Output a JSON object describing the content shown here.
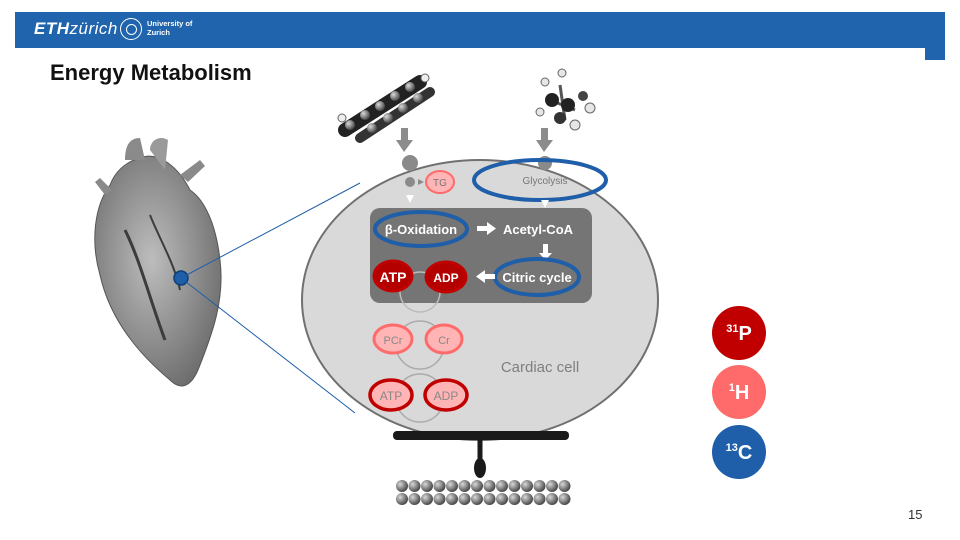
{
  "header": {
    "logo_eth": "ETH",
    "logo_zurich": "zürich",
    "logo_uzh_line1": "University of",
    "logo_uzh_line2": "Zurich"
  },
  "title": "Energy Metabolism",
  "diagram": {
    "tg": "TG",
    "glycolysis": "Glycolysis",
    "beta_oxidation": "β-Oxidation",
    "acetyl_coa": "Acetyl-CoA",
    "atp_mito": "ATP",
    "adp_mito": "ADP",
    "citric_cycle": "Citric cycle",
    "pcr": "PCr",
    "cr": "Cr",
    "cell_label": "Cardiac cell",
    "atp_cyto": "ATP",
    "adp_cyto": "ADP"
  },
  "nuclei": [
    {
      "mass": "31",
      "symbol": "P",
      "color": "#c00000"
    },
    {
      "mass": "1",
      "symbol": "H",
      "color": "#ff6b6b"
    },
    {
      "mass": "13",
      "symbol": "C",
      "color": "#1f5ea8"
    }
  ],
  "page_number": "15"
}
